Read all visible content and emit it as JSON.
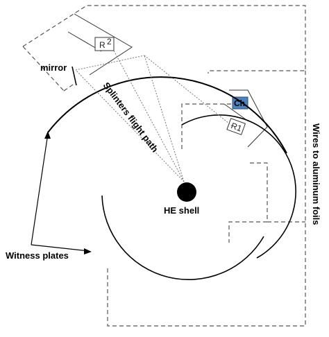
{
  "labels": {
    "mirror": "mirror",
    "he_shell": "HE shell",
    "splinters": "Splinters flight path",
    "wires": "Wires to aluminum foils",
    "witness": "Witness plates",
    "ch": "Ch",
    "r1": "R1",
    "r2_letter": "R",
    "r2_digit": "2"
  },
  "colors": {
    "ch_fill": "#4f81bd",
    "line": "#000000",
    "dashed": "#555555",
    "dotted": "#777777"
  }
}
